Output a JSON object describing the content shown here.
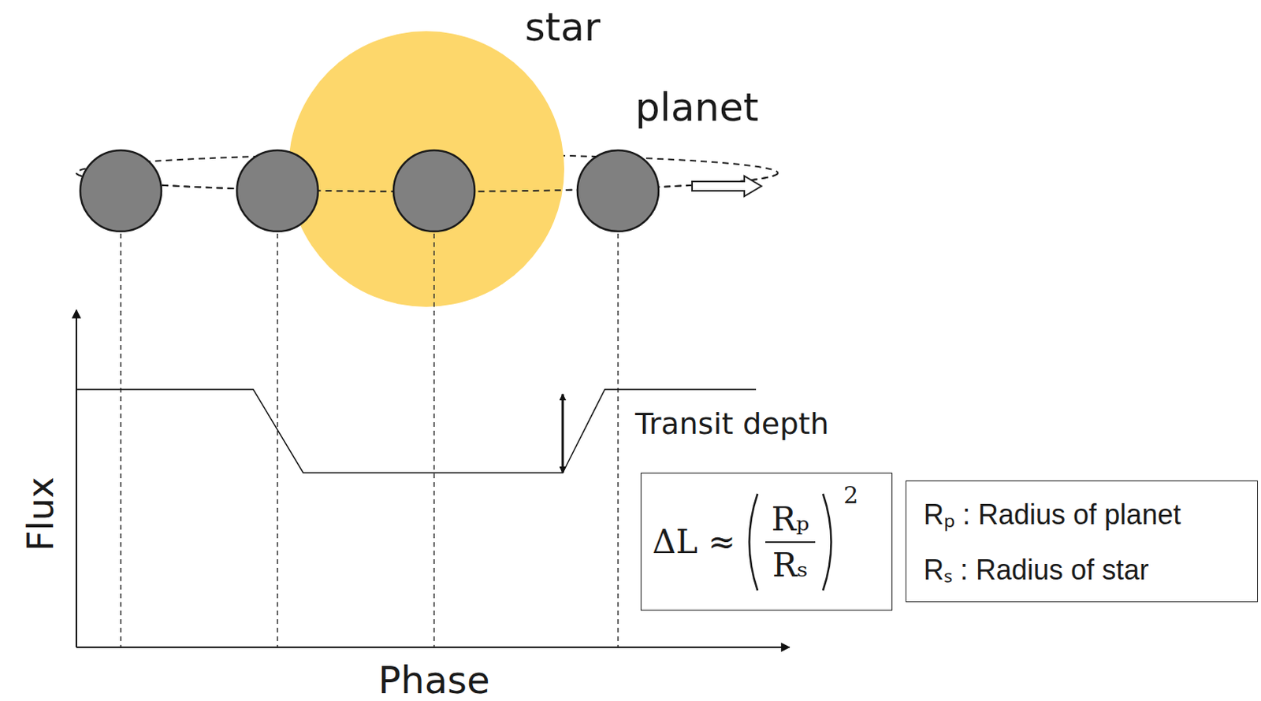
{
  "diagram": {
    "nodes": [
      {
        "text": [
          "ΔL ≈",
          "Rₚ",
          "Rₛ",
          "2"
        ]
      },
      {
        "text": [
          "Rₚ : Radius of planet",
          "Rₛ : Radius of star"
        ]
      }
    ],
    "labels": [
      "star",
      "planet",
      "Transit depth",
      "Flux",
      "Phase"
    ]
  }
}
